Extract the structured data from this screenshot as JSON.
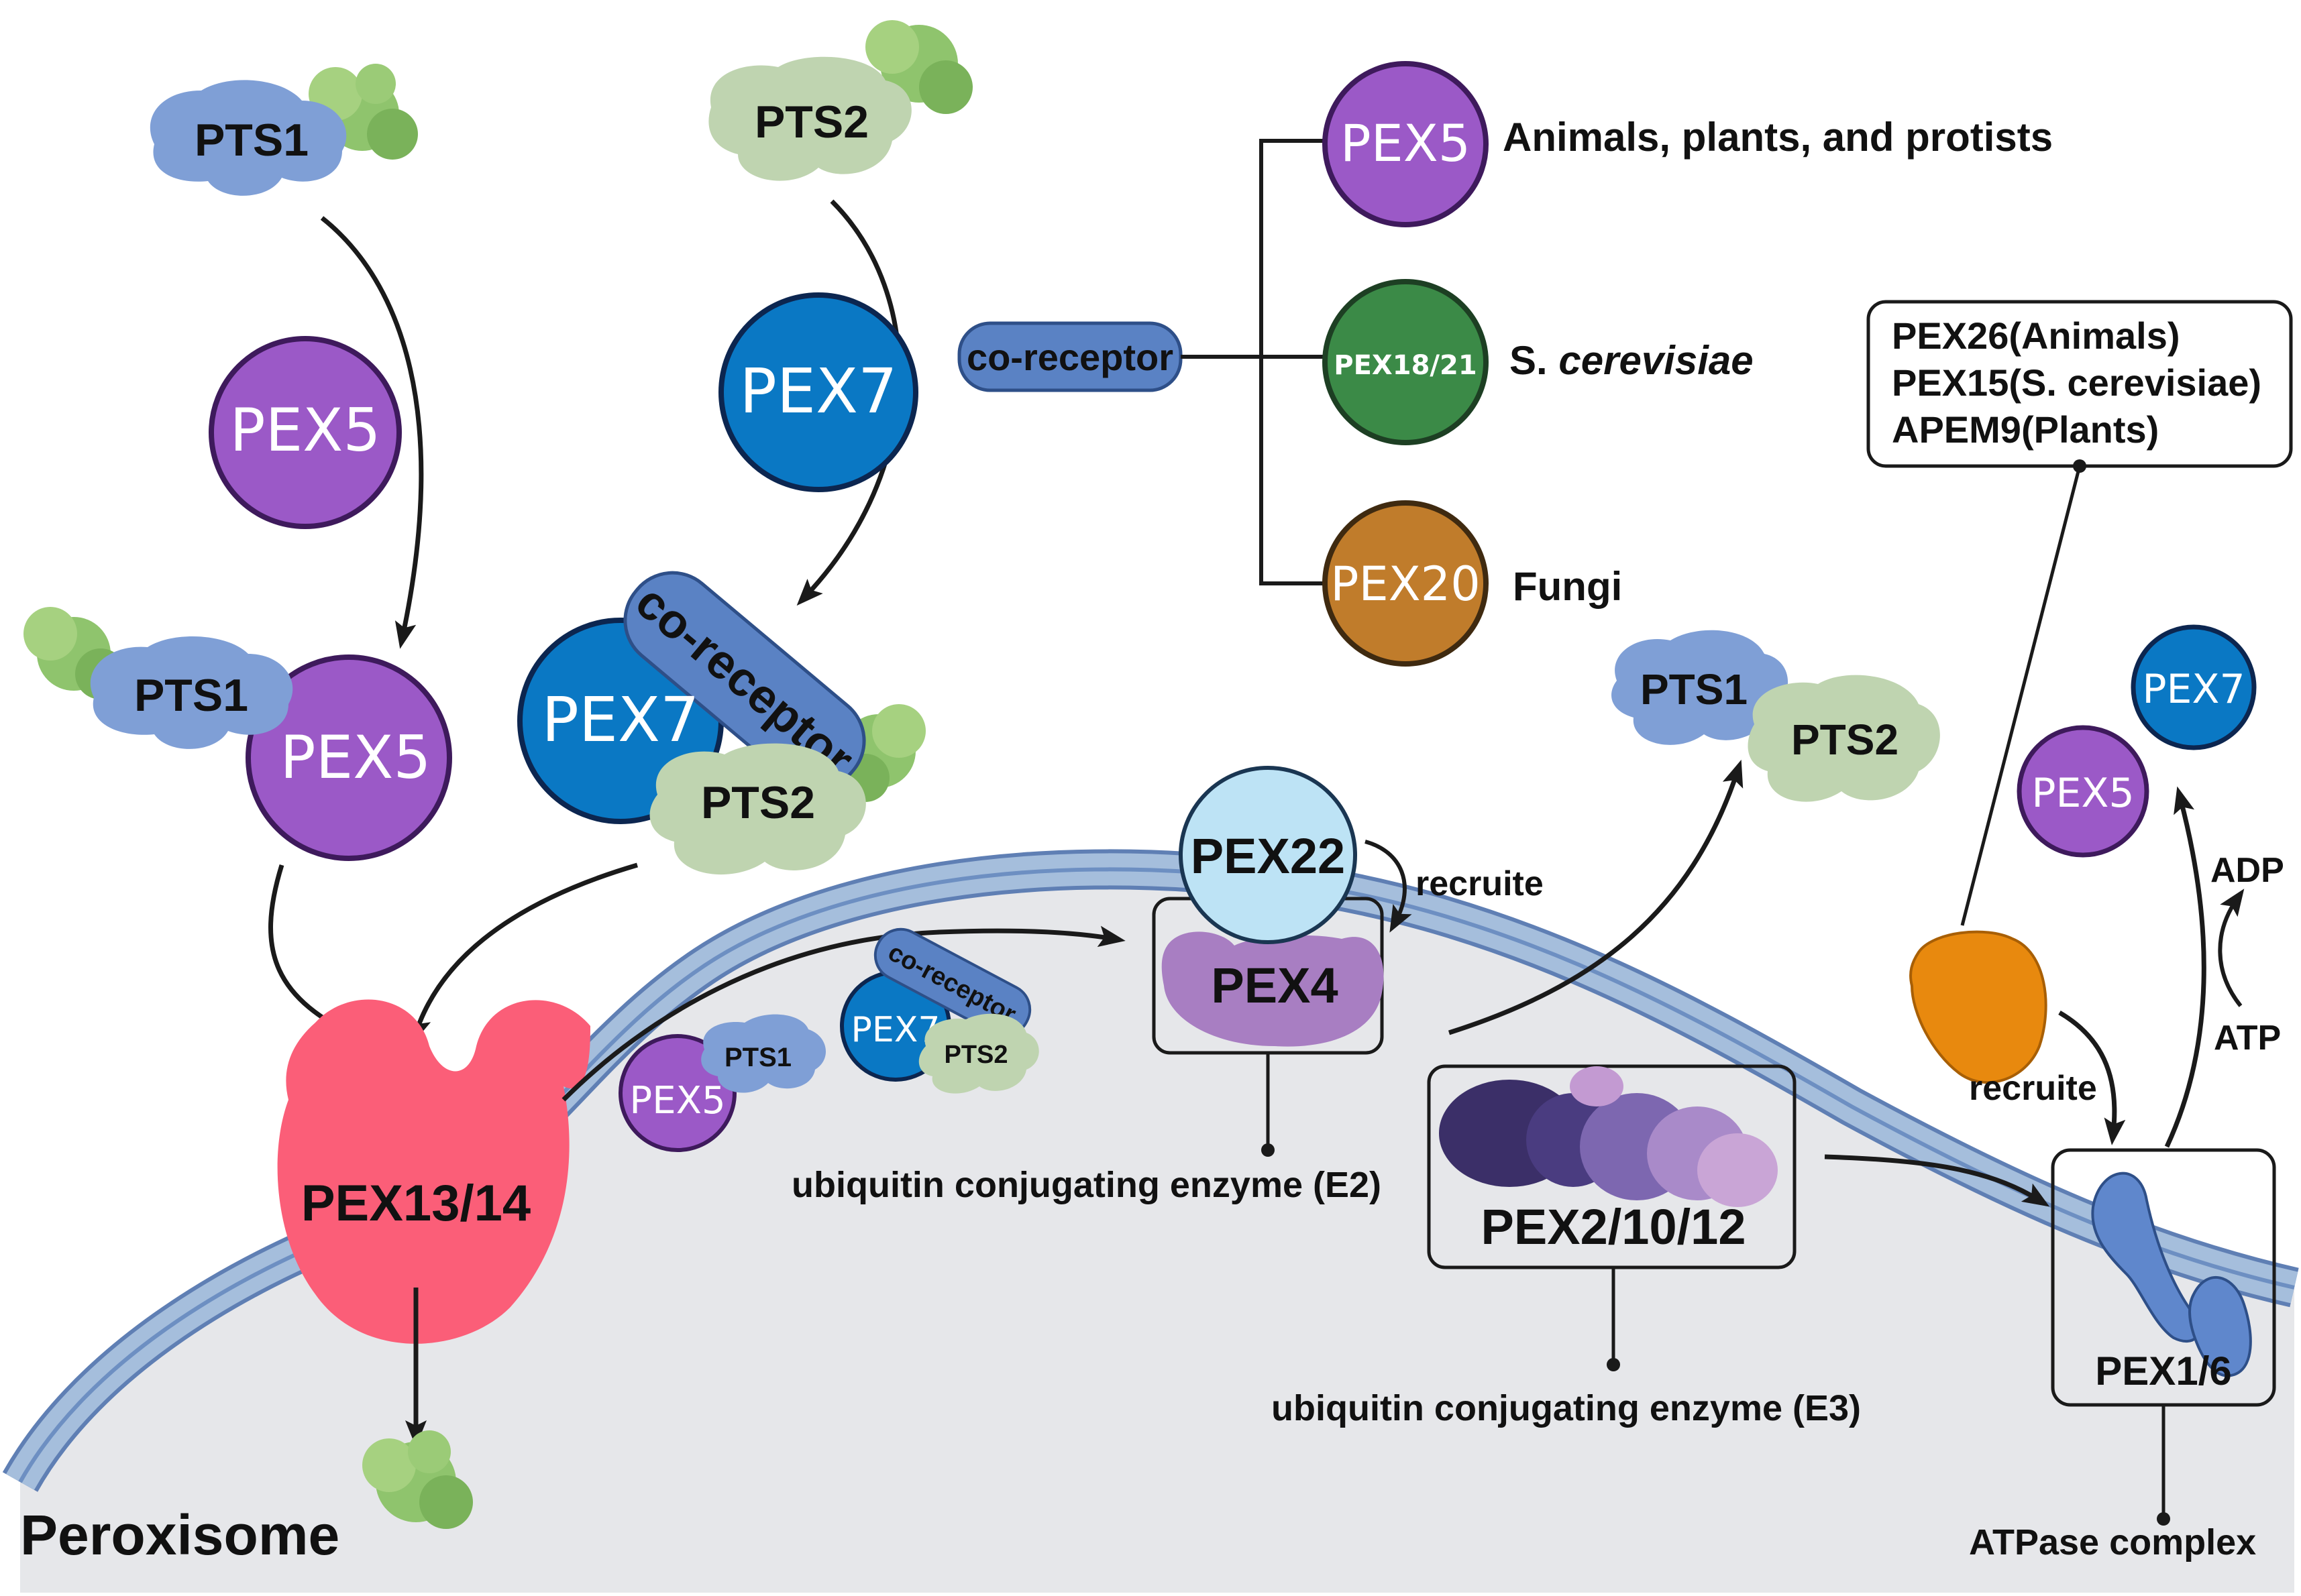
{
  "labels": {
    "pts1": "PTS1",
    "pts2": "PTS2",
    "pex5": "PEX5",
    "pex7": "PEX7",
    "co_receptor": "co-receptor",
    "pex18_21": "PEX18/21",
    "pex20": "PEX20",
    "pex22": "PEX22",
    "pex4": "PEX4",
    "pex13_14": "PEX13/14",
    "pex2_10_12": "PEX2/10/12",
    "pex1_6": "PEX1/6",
    "recruite": "recruite",
    "adp": "ADP",
    "atp": "ATP",
    "peroxisome": "Peroxisome",
    "e2": "ubiquitin conjugating enzyme (E2)",
    "e3": "ubiquitin conjugating enzyme (E3)",
    "atpase": "ATPase complex"
  },
  "organisms": {
    "animals": "Animals, plants, and protists",
    "yeast_prefix": "S. ",
    "yeast_species": "cerevisiae",
    "fungi": "Fungi"
  },
  "anchor_box": {
    "line1": "PEX26(Animals)",
    "line2": "PEX15(S. cerevisiae)",
    "line3": "APEM9(Plants)"
  },
  "colors": {
    "pex5": "#9b59c7",
    "pex5_border": "#3e1a5c",
    "pex7": "#0a78c4",
    "pex7_border": "#0c2650",
    "pex18_21": "#3b8a47",
    "pex20": "#c07c2b",
    "pts1": "#7f9fd6",
    "pts2": "#bfd4b0",
    "cargo": "#8fc46d",
    "co_receptor": "#5a82c4",
    "pex22": "#bde3f5",
    "pex4": "#a87ec2",
    "pex13_14": "#fb5e78",
    "membrane": "#a5bedc",
    "lumen": "#e6e7ea",
    "anchor": "#e8890e"
  }
}
